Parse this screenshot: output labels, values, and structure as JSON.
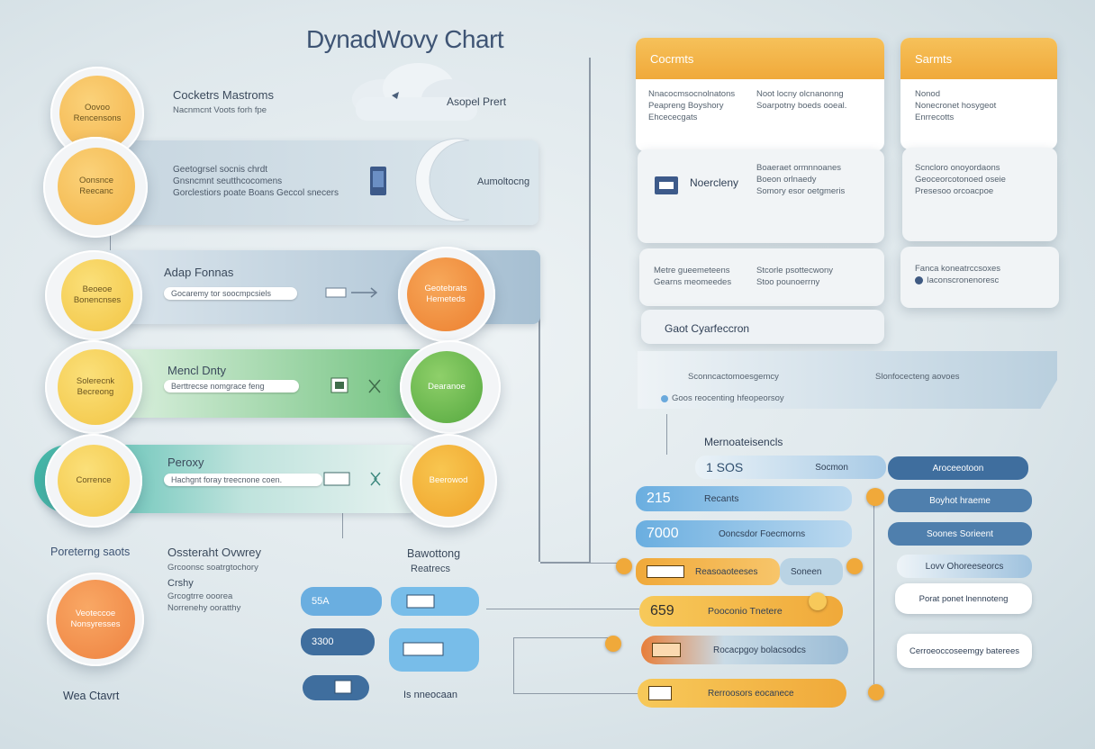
{
  "title": "DynadWovy Chart",
  "top_left": {
    "heading": "Cocketrs Mastroms",
    "sub": "Nacnmcnt Voots forh fpe"
  },
  "cloud": {
    "label": "Asopel Prert"
  },
  "moon": {
    "label": "Aumoltocng"
  },
  "band1": {
    "lines": [
      "Geetogrsel socnis chrdt",
      "Gnsncmnt seutthcocomens",
      "Gorclestiors poate Boans Geccol snecers"
    ]
  },
  "circle1": {
    "lines": [
      "Oovoo",
      "Rencensons"
    ]
  },
  "circle2": {
    "lines": [
      "Oonsnce",
      "Reecanc"
    ]
  },
  "band2": {
    "heading": "Adap Fonnas",
    "pill": "Gocaremy tor soocmpcsiels"
  },
  "circle3": {
    "lines": [
      "Beoeoe",
      "Bonencnses"
    ]
  },
  "orange_r1": {
    "lines": [
      "Geotebrats",
      "Hemeteds"
    ]
  },
  "band3": {
    "heading": "Mencl Dnty",
    "pill": "Berttrecse nomgrace feng"
  },
  "circle4": {
    "lines": [
      "Solerecnk",
      "Becreong"
    ]
  },
  "green_r": {
    "lines": [
      "Dearanoe"
    ]
  },
  "band4": {
    "heading": "Peroxy",
    "pill": "Hachgnt foray treecnone coen."
  },
  "circle5": {
    "lines": [
      "Corrence"
    ]
  },
  "orange_r2": {
    "lines": [
      "Beerowod"
    ]
  },
  "bottom_left": {
    "label": "Poreterng saots",
    "circle_lines": [
      "Veoteccoe",
      "Nonsyresses"
    ],
    "footer": "Wea Ctavrt"
  },
  "bottom_mid": {
    "heading": "Ossteraht Ovwrey",
    "sub": "Grcoonsc soatrgtochory",
    "heading2": "Crshy",
    "lines": [
      "Grcogtrre ooorea",
      "Norrenehy ooratthy"
    ]
  },
  "bottom_center": {
    "label_a": "Bawottong",
    "label_b": "Reatrecs",
    "pill1": "55A",
    "pill2": "3300",
    "footer": "Is nneocaan"
  },
  "card_cocrmts": {
    "header": "Cocrmts",
    "lines_a": [
      "Nnacocmsocnolnatons",
      "Peapreng Boyshory",
      "Ehcececgats"
    ],
    "lines_b": [
      "Noot locny olcnanonng",
      "Soarpotny boeds ooeal."
    ],
    "section2_label": "Noercleny",
    "section2_lines": [
      "Boaeraet ormnnoanes",
      "Boeon orlnaedy",
      "Somory esor oetgmeris"
    ],
    "section3_a": [
      "Metre gueemeteens",
      "Gearns meomeedes"
    ],
    "section3_b": [
      "Stcorle psottecwony",
      "Stoo pounoerrny"
    ],
    "footer": "Gaot Cyarfeccron"
  },
  "card_sarmts": {
    "header": "Sarmts",
    "lines_a": [
      "Nonod",
      "Nonecronet hosygeot",
      "Enrrecotts"
    ],
    "lines_b": [
      "Scncloro onoyordaons",
      "Geoceorcotonoed oseie",
      "Presesoo orcoacpoe"
    ],
    "lines_c": [
      "Fanca koneatrccsoxes",
      "Iaconscronenoresc"
    ]
  },
  "banner": {
    "left": "Sconncactomoesgemcy",
    "right": "Slonfocecteng aovoes",
    "bottom": "Goos reocenting hfeopeorsoy"
  },
  "flow": {
    "heading": "Mernoateisencls",
    "top_pill_num": "1 SOS",
    "top_pill_txt": "Socmon",
    "blue1_num": "215",
    "blue1_txt": "Recants",
    "blue2_num": "7000",
    "blue2_txt": "Ooncsdor Foecmorns",
    "orange1_txt": "Reasoaoteeses",
    "orange1_side": "Soneen",
    "orange2_num": "659",
    "orange2_txt": "Pooconio Tnetere",
    "orange3_txt": "Rocacpgoy bolacsodcs",
    "orange4_txt": "Rerroosors eocanece",
    "right_pills": [
      "Aroceeotoon",
      "Boyhot hraeme",
      "Soones Sorieent",
      "Lovv Ohoreeseorcs",
      "Porat ponet lnennoteng",
      "Cerroeoccoseemgy baterees"
    ]
  },
  "colors": {
    "accent_orange": "#f0a93a",
    "accent_blue": "#6aa9dc",
    "accent_green": "#6cc07a",
    "accent_teal": "#3fb5a6",
    "text_dark": "#3e5474"
  }
}
